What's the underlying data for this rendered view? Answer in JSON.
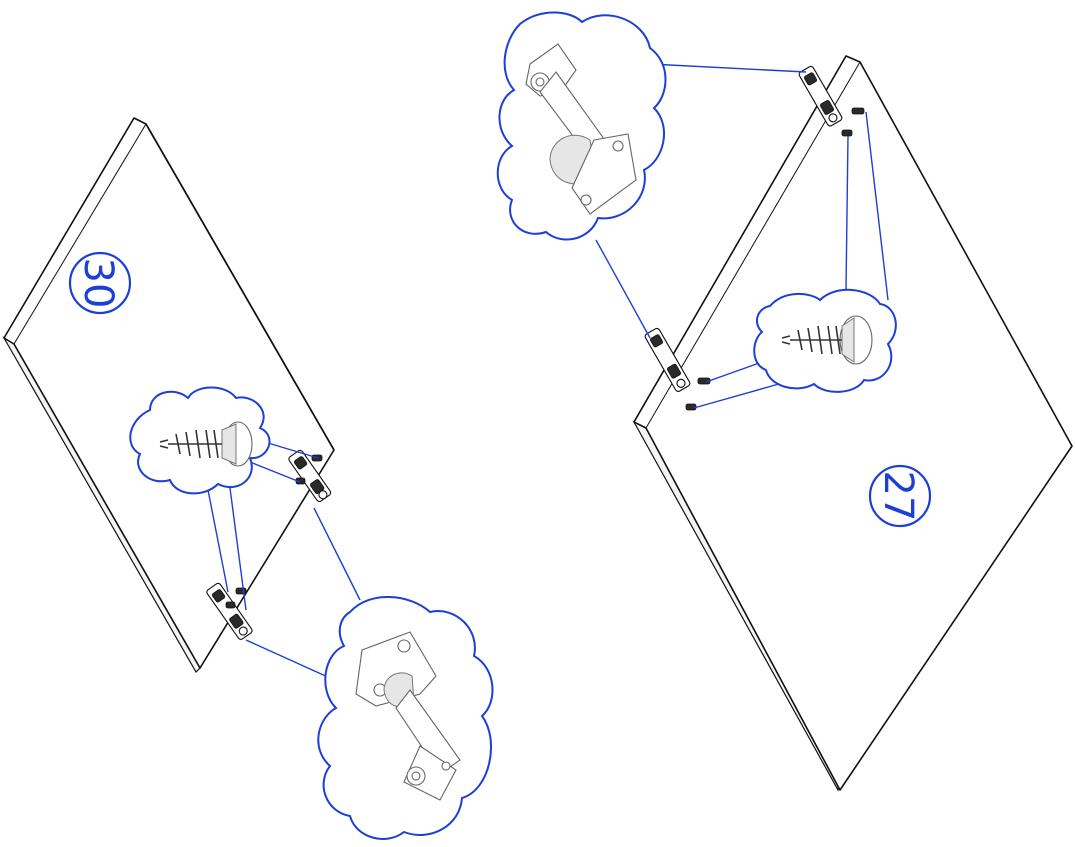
{
  "panels": [
    {
      "id": "panel-30",
      "label": "30"
    },
    {
      "id": "panel-27",
      "label": "27"
    }
  ],
  "colors": {
    "leader": "#1c3fd6",
    "outline": "#111111",
    "detail_outline": "#666666"
  },
  "icons": [
    "screw-icon",
    "hinge-bracket-icon",
    "cloud-callout"
  ]
}
